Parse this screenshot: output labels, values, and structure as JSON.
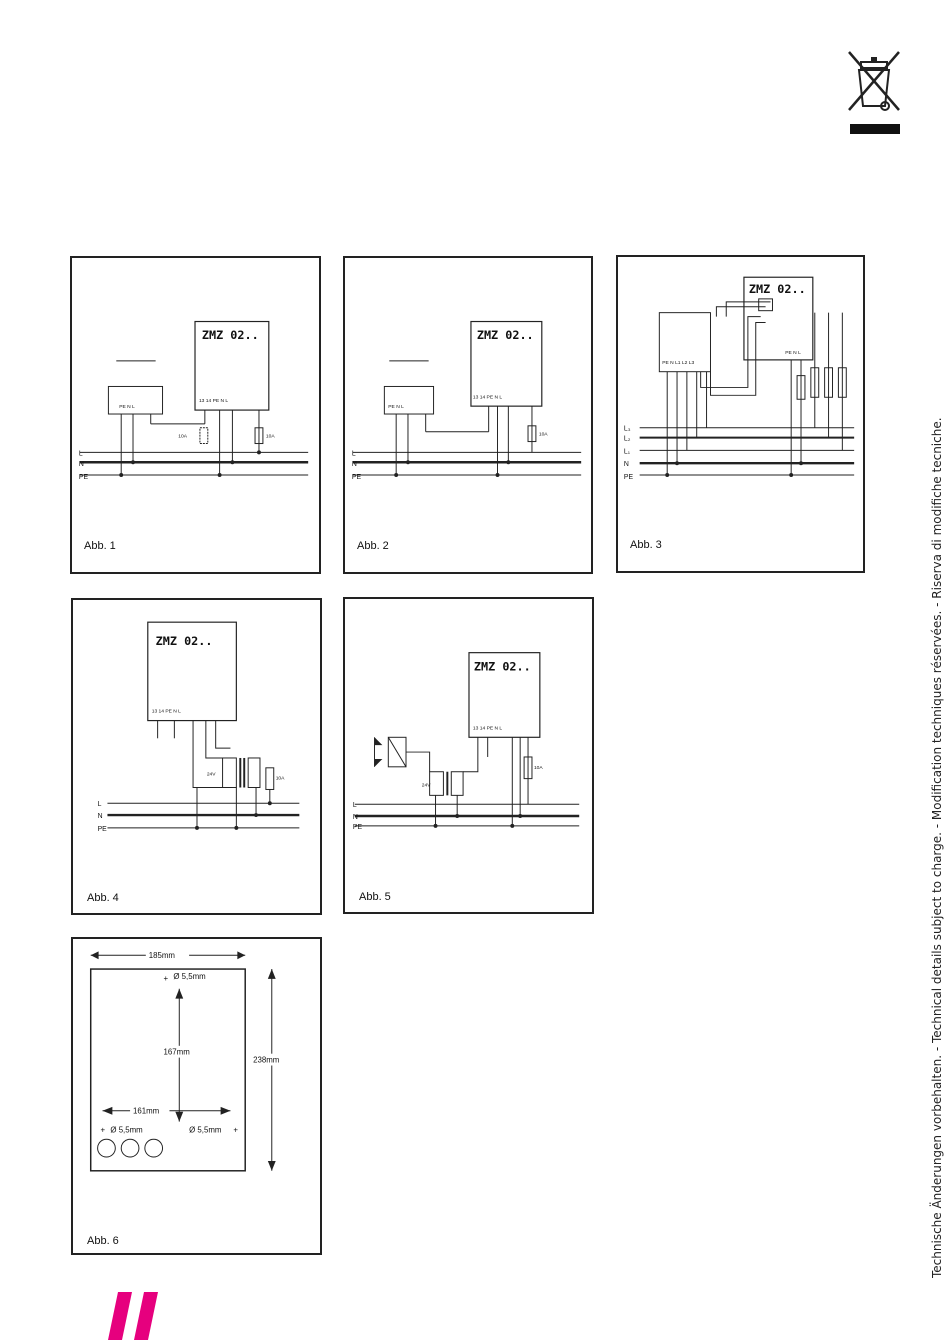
{
  "header": {
    "weee_icon": "crossed-out-wheelie-bin-icon"
  },
  "side_note": "Technische Änderungen vorbehalten. - Technical details subject to charge. - Modification techniques réservées. - Riserva di modifiche tecniche.",
  "device_label": "ZMZ 02..",
  "line_labels": {
    "l": "L",
    "n": "N",
    "pe": "PE",
    "l1": "L₁",
    "l2": "L₂",
    "l3": "L₃"
  },
  "fuse_label": "10A",
  "transformer_label": "24V",
  "figures": [
    {
      "caption": "Abb. 1"
    },
    {
      "caption": "Abb. 2"
    },
    {
      "caption": "Abb. 3"
    },
    {
      "caption": "Abb. 4"
    },
    {
      "caption": "Abb. 5"
    },
    {
      "caption": "Abb. 6"
    }
  ],
  "dimensions": {
    "width": "185mm",
    "height": "238mm",
    "hole_spacing_v": "167mm",
    "hole_spacing_h": "161mm",
    "hole_top": "Ø 5,5mm",
    "hole_left": "Ø 5,5mm",
    "hole_right": "Ø 5,5mm"
  },
  "brand_color": "#e6007e"
}
